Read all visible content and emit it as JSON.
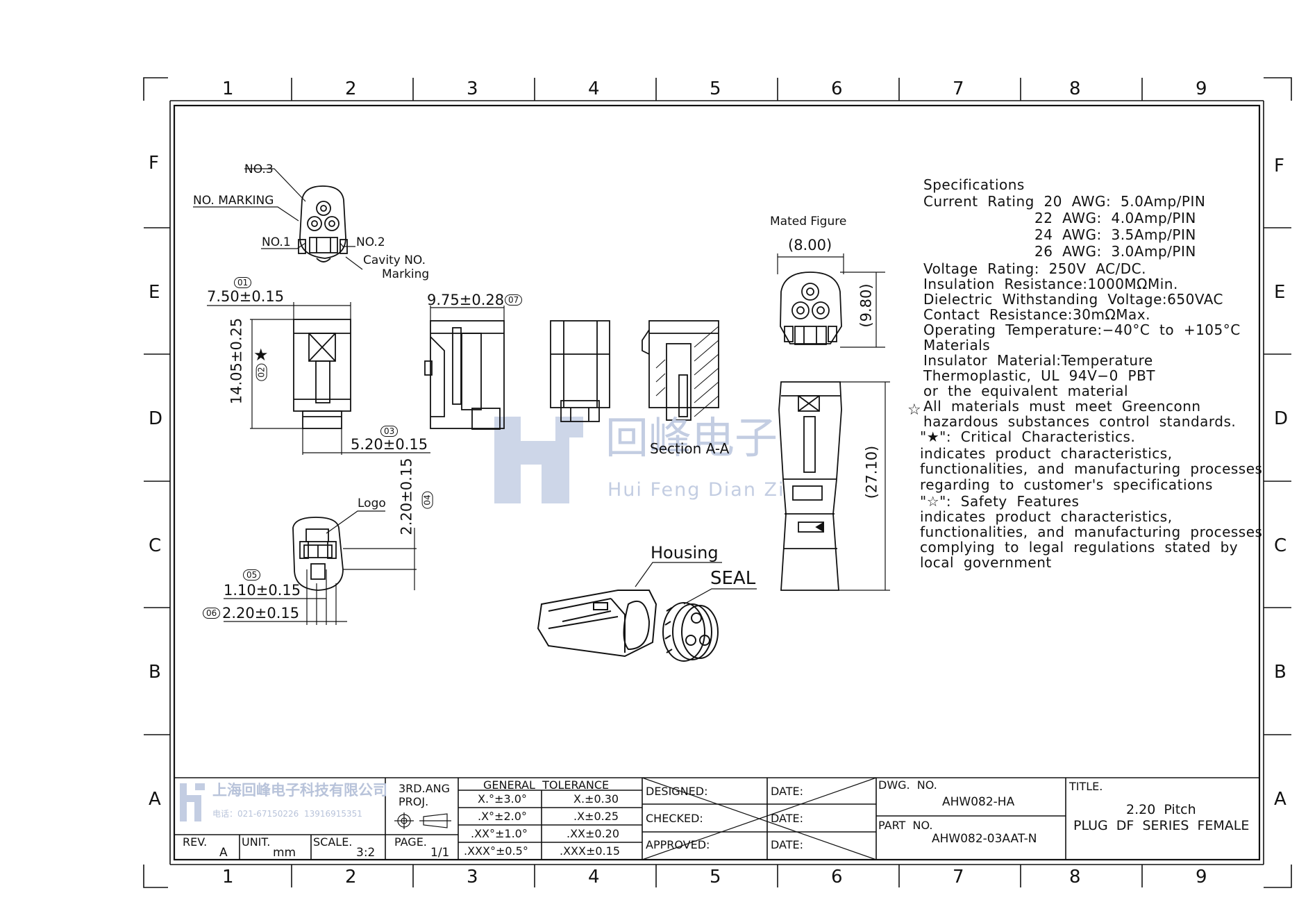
{
  "frame": {
    "columns": [
      "1",
      "2",
      "3",
      "4",
      "5",
      "6",
      "7",
      "8",
      "9"
    ],
    "rows": [
      "F",
      "E",
      "D",
      "C",
      "B",
      "A"
    ]
  },
  "views": {
    "no3": "NO.3",
    "no_marking": "NO. MARKING",
    "no1": "NO.1",
    "no2": "NO.2",
    "cavity_line1": "Cavity NO.",
    "cavity_line2": "Marking",
    "logo": "Logo",
    "section": "Section A-A",
    "housing": "Housing",
    "seal": "SEAL",
    "mated": "Mated Figure"
  },
  "dimensions": {
    "d01": "7.50±0.15",
    "d02": "14.05±0.25",
    "d03": "5.20±0.15",
    "d04": "2.20±0.15",
    "d05": "1.10±0.15",
    "d06": "2.20±0.15",
    "d07": "9.75±0.28",
    "m_w": "(8.00)",
    "m_h": "(9.80)",
    "m_len": "(27.10)",
    "b01": "01",
    "b02": "02",
    "b03": "03",
    "b04": "04",
    "b05": "05",
    "b06": "06",
    "b07": "07"
  },
  "specs": {
    "lines": [
      "Specifications",
      "Current  Rating  20  AWG:  5.0Amp/PIN",
      "22  AWG:  4.0Amp/PIN",
      "24  AWG:  3.5Amp/PIN",
      "26  AWG:  3.0Amp/PIN",
      "Voltage  Rating:  250V  AC/DC.",
      "Insulation  Resistance:1000MΩMin.",
      "Dielectric  Withstanding  Voltage:650VAC",
      "Contact  Resistance:30mΩMax.",
      "Operating  Temperature:−40°C  to  +105°C",
      "Materials",
      "Insulator  Material:Temperature",
      "Thermoplastic,  UL  94V−0  PBT",
      "or  the  equivalent  material",
      "All  materials  must  meet  Greenconn",
      "hazardous  substances  control  standards.",
      "\"★\":  Critical  Characteristics.",
      "indicates  product  characteristics,",
      "functionalities,  and  manufacturing  processes",
      "regarding  to  customer's  specifications",
      "\"☆\":  Safety  Features",
      "indicates  product  characteristics,",
      "functionalities,  and  manufacturing  processes",
      "complying  to  legal  regulations  stated  by",
      "local  government"
    ]
  },
  "watermark": {
    "cn": "回峰电子",
    "en": "Hui Feng Dian Zi"
  },
  "title_block": {
    "company": "上海回峰电子科技有限公司",
    "phone": "电话：021-67150226  13916915351",
    "rev_label": "REV.",
    "rev": "A",
    "unit_label": "UNIT.",
    "unit": "mm",
    "scale_label": "SCALE.",
    "scale": "3:2",
    "proj1": "3RD.ANG",
    "proj2": "PROJ.",
    "page_label": "PAGE.",
    "page": "1/1",
    "tol_header": "GENERAL  TOLERANCE",
    "tol": [
      [
        "X.°±3.0°",
        "X.±0.30"
      ],
      [
        ".X°±2.0°",
        ".X±0.25"
      ],
      [
        ".XX°±1.0°",
        ".XX±0.20"
      ],
      [
        ".XXX°±0.5°",
        ".XXX±0.15"
      ]
    ],
    "designed": "DESIGNED:",
    "checked": "CHECKED:",
    "approved": "APPROVED:",
    "date": "DATE:",
    "dwg_label": "DWG.  NO.",
    "dwg": "AHW082-HA",
    "part_label": "PART  NO.",
    "part": "AHW082-03AAT-N",
    "title_label": "TITLE.",
    "title1": "2.20  Pitch",
    "title2": "PLUG  DF  SERIES  FEMALE"
  }
}
